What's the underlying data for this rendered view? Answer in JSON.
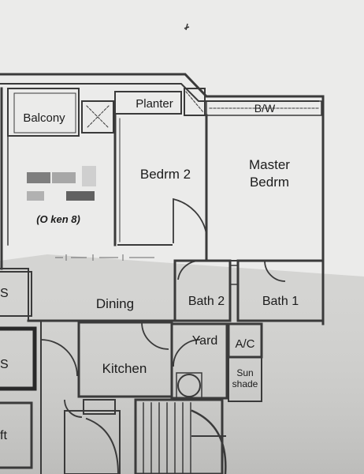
{
  "rooms": {
    "balcony": "Balcony",
    "planter": "Planter",
    "bw": "B/W",
    "bedroom_2": "Bedrm 2",
    "master_line_1": "Master",
    "master_line_2": "Bedrm",
    "living_handwritten": "(O ken 8)",
    "dining": "Dining",
    "bath_2": "Bath 2",
    "bath_1": "Bath 1",
    "yard": "Yard",
    "ac": "A/C",
    "sun_line_1": "Sun",
    "sun_line_2": "shade",
    "kitchen": "Kitchen",
    "cut_left_upper": "S",
    "cut_left_middle": "S",
    "cut_left_lower": "ft"
  },
  "colors": {
    "paper": "#e4e4e2",
    "wall": "#3a3a3a",
    "ink": "#1c1c1c",
    "blur": "#5a5a5a"
  }
}
